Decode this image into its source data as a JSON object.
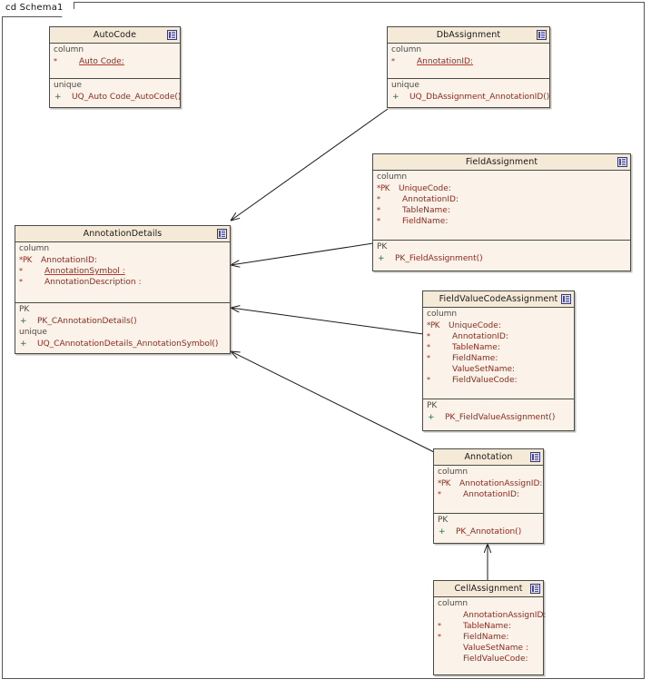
{
  "frame": {
    "label": "cd Schema1"
  },
  "colors": {
    "box_fill": "#fbf3e9",
    "header_fill": "#f5e9d8",
    "border": "#4a4a46",
    "text_red": "#8c2b20",
    "text_green": "#1f6b47",
    "page_bg": "#ffffff"
  },
  "classes": [
    {
      "id": "autocode",
      "name": "AutoCode",
      "icon": "table-icon",
      "sections": [
        {
          "title": "column",
          "rows": [
            {
              "mark": "*",
              "name": "Auto Code:",
              "underline": true,
              "pk": false
            }
          ]
        },
        {
          "title": "unique",
          "ops": [
            {
              "vis": "+",
              "name": "UQ_Auto Code_AutoCode()"
            }
          ]
        }
      ]
    },
    {
      "id": "dbassignment",
      "name": "DbAssignment",
      "icon": "table-icon",
      "sections": [
        {
          "title": "column",
          "rows": [
            {
              "mark": "*",
              "name": "AnnotationID:",
              "underline": true,
              "pk": false
            }
          ]
        },
        {
          "title": "unique",
          "ops": [
            {
              "vis": "+",
              "name": "UQ_DbAssignment_AnnotationID()"
            }
          ]
        }
      ]
    },
    {
      "id": "fieldassignment",
      "name": "FieldAssignment",
      "icon": "table-icon",
      "sections": [
        {
          "title": "column",
          "rows": [
            {
              "mark": "*PK",
              "name": "UniqueCode:",
              "underline": false,
              "pk": true
            },
            {
              "mark": "*",
              "name": "AnnotationID:",
              "underline": false,
              "pk": false
            },
            {
              "mark": "*",
              "name": "TableName:",
              "underline": false,
              "pk": false
            },
            {
              "mark": "*",
              "name": "FieldName:",
              "underline": false,
              "pk": false
            }
          ]
        },
        {
          "title": "PK",
          "ops": [
            {
              "vis": "+",
              "name": "PK_FieldAssignment()"
            }
          ]
        }
      ]
    },
    {
      "id": "annotationdetails",
      "name": "AnnotationDetails",
      "icon": "table-icon",
      "sections": [
        {
          "title": "column",
          "rows": [
            {
              "mark": "*PK",
              "name": "AnnotationID:",
              "underline": false,
              "pk": true
            },
            {
              "mark": "*",
              "name": "AnnotationSymbol :",
              "underline": true,
              "pk": false
            },
            {
              "mark": "*",
              "name": "AnnotationDescription :",
              "underline": false,
              "pk": false
            }
          ]
        },
        {
          "title": "PK",
          "ops": [
            {
              "vis": "+",
              "name": "PK_CAnnotationDetails()"
            }
          ],
          "title2": "unique",
          "ops2": [
            {
              "vis": "+",
              "name": "UQ_CAnnotationDetails_AnnotationSymbol()"
            }
          ]
        }
      ]
    },
    {
      "id": "fieldvaluecodeassignment",
      "name": "FieldValueCodeAssignment",
      "icon": "table-icon",
      "sections": [
        {
          "title": "column",
          "rows": [
            {
              "mark": "*PK",
              "name": "UniqueCode:",
              "underline": false,
              "pk": true
            },
            {
              "mark": "*",
              "name": "AnnotationID:",
              "underline": false,
              "pk": false
            },
            {
              "mark": "*",
              "name": "TableName:",
              "underline": false,
              "pk": false
            },
            {
              "mark": "*",
              "name": "FieldName:",
              "underline": false,
              "pk": false
            },
            {
              "mark": "",
              "name": "ValueSetName:",
              "underline": false,
              "pk": false
            },
            {
              "mark": "*",
              "name": "FieldValueCode:",
              "underline": false,
              "pk": false
            }
          ]
        },
        {
          "title": "PK",
          "ops": [
            {
              "vis": "+",
              "name": "PK_FieldValueAssignment()"
            }
          ]
        }
      ]
    },
    {
      "id": "annotation",
      "name": "Annotation",
      "icon": "table-icon",
      "sections": [
        {
          "title": "column",
          "rows": [
            {
              "mark": "*PK",
              "name": "AnnotationAssignID:",
              "underline": false,
              "pk": true
            },
            {
              "mark": "*",
              "name": "AnnotationID:",
              "underline": false,
              "pk": false
            }
          ]
        },
        {
          "title": "PK",
          "ops": [
            {
              "vis": "+",
              "name": "PK_Annotation()"
            }
          ]
        }
      ]
    },
    {
      "id": "cellassignment",
      "name": "CellAssignment",
      "icon": "table-icon",
      "sections": [
        {
          "title": "column",
          "rows": [
            {
              "mark": "",
              "name": "AnnotationAssignID:",
              "underline": false,
              "pk": false
            },
            {
              "mark": "*",
              "name": "TableName:",
              "underline": false,
              "pk": false
            },
            {
              "mark": "*",
              "name": "FieldName:",
              "underline": false,
              "pk": false
            },
            {
              "mark": "",
              "name": "ValueSetName :",
              "underline": false,
              "pk": false
            },
            {
              "mark": "",
              "name": "FieldValueCode:",
              "underline": false,
              "pk": false
            }
          ]
        }
      ]
    }
  ],
  "connectors": [
    {
      "from": "dbassignment",
      "to": "annotationdetails",
      "arrow": "to"
    },
    {
      "from": "fieldassignment",
      "to": "annotationdetails",
      "arrow": "to"
    },
    {
      "from": "fieldvaluecodeassignment",
      "to": "annotationdetails",
      "arrow": "to"
    },
    {
      "from": "annotation",
      "to": "annotationdetails",
      "arrow": "to"
    },
    {
      "from": "cellassignment",
      "to": "annotation",
      "arrow": "to"
    }
  ]
}
